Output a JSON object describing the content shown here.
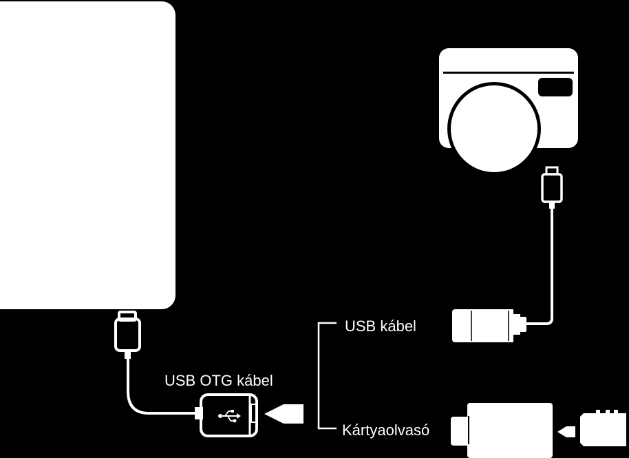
{
  "labels": {
    "usb_otg_cable": "USB OTG kábel",
    "usb_cable": "USB kábel",
    "card_reader": "Kártyaolvasó"
  },
  "icons": {
    "usb_symbol": "usb-icon",
    "tablet": "tablet-icon",
    "camera": "camera-icon",
    "memory_card": "sd-card-icon"
  },
  "colors": {
    "background": "#000000",
    "foreground": "#ffffff"
  }
}
